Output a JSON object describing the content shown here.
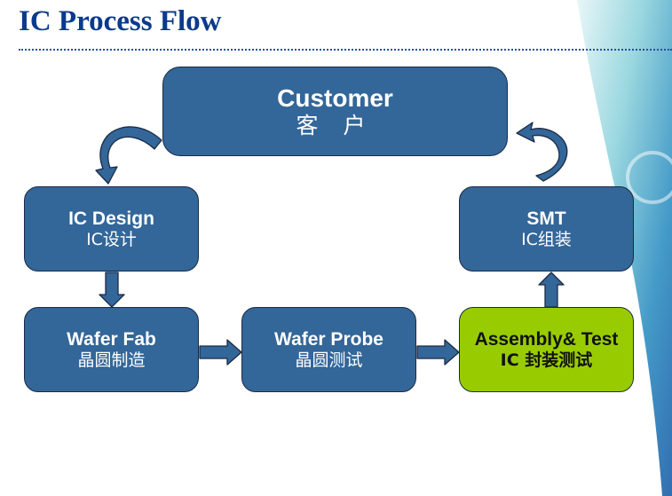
{
  "title": "IC Process Flow",
  "colors": {
    "box_blue": "#336699",
    "box_green": "#99cc00",
    "title": "#0a3a8c"
  },
  "nodes": {
    "customer": {
      "en": "Customer",
      "zh": "客 户"
    },
    "ic_design": {
      "en": "IC Design",
      "zh": "IC设计"
    },
    "wafer_fab": {
      "en": "Wafer Fab",
      "zh": "晶圆制造"
    },
    "wafer_probe": {
      "en": "Wafer Probe",
      "zh": "晶圆测试"
    },
    "assembly_test": {
      "en": "Assembly& Test",
      "zh": "IC 封装测试"
    },
    "smt": {
      "en": "SMT",
      "zh": "IC组装"
    }
  },
  "flow": [
    "customer",
    "ic_design",
    "wafer_fab",
    "wafer_probe",
    "assembly_test",
    "smt",
    "customer"
  ]
}
